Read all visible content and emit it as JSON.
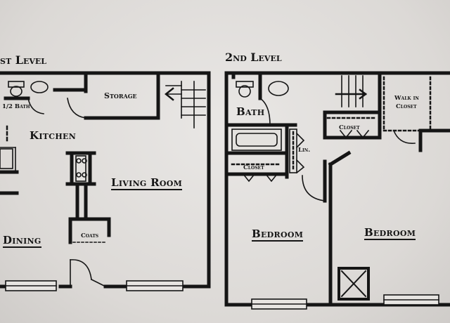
{
  "plan": {
    "levels": [
      {
        "title": "st Level"
      },
      {
        "title": "2nd Level"
      }
    ],
    "first_level_rooms": {
      "half_bath": "1/2 Bath",
      "storage": "Storage",
      "kitchen": "Kitchen",
      "living_room": "Living Room",
      "dining": "Dining",
      "coats": "Coats"
    },
    "second_level_rooms": {
      "bath": "Bath",
      "walk_in_closet_line1": "Walk in",
      "walk_in_closet_line2": "Closet",
      "closet_upper": "Closet",
      "linen": "Lin.",
      "closet_left": "Closet",
      "bedroom_left": "Bedroom",
      "bedroom_right": "Bedroom"
    },
    "colors": {
      "paper": "#dedbd8",
      "ink": "#151515"
    }
  }
}
